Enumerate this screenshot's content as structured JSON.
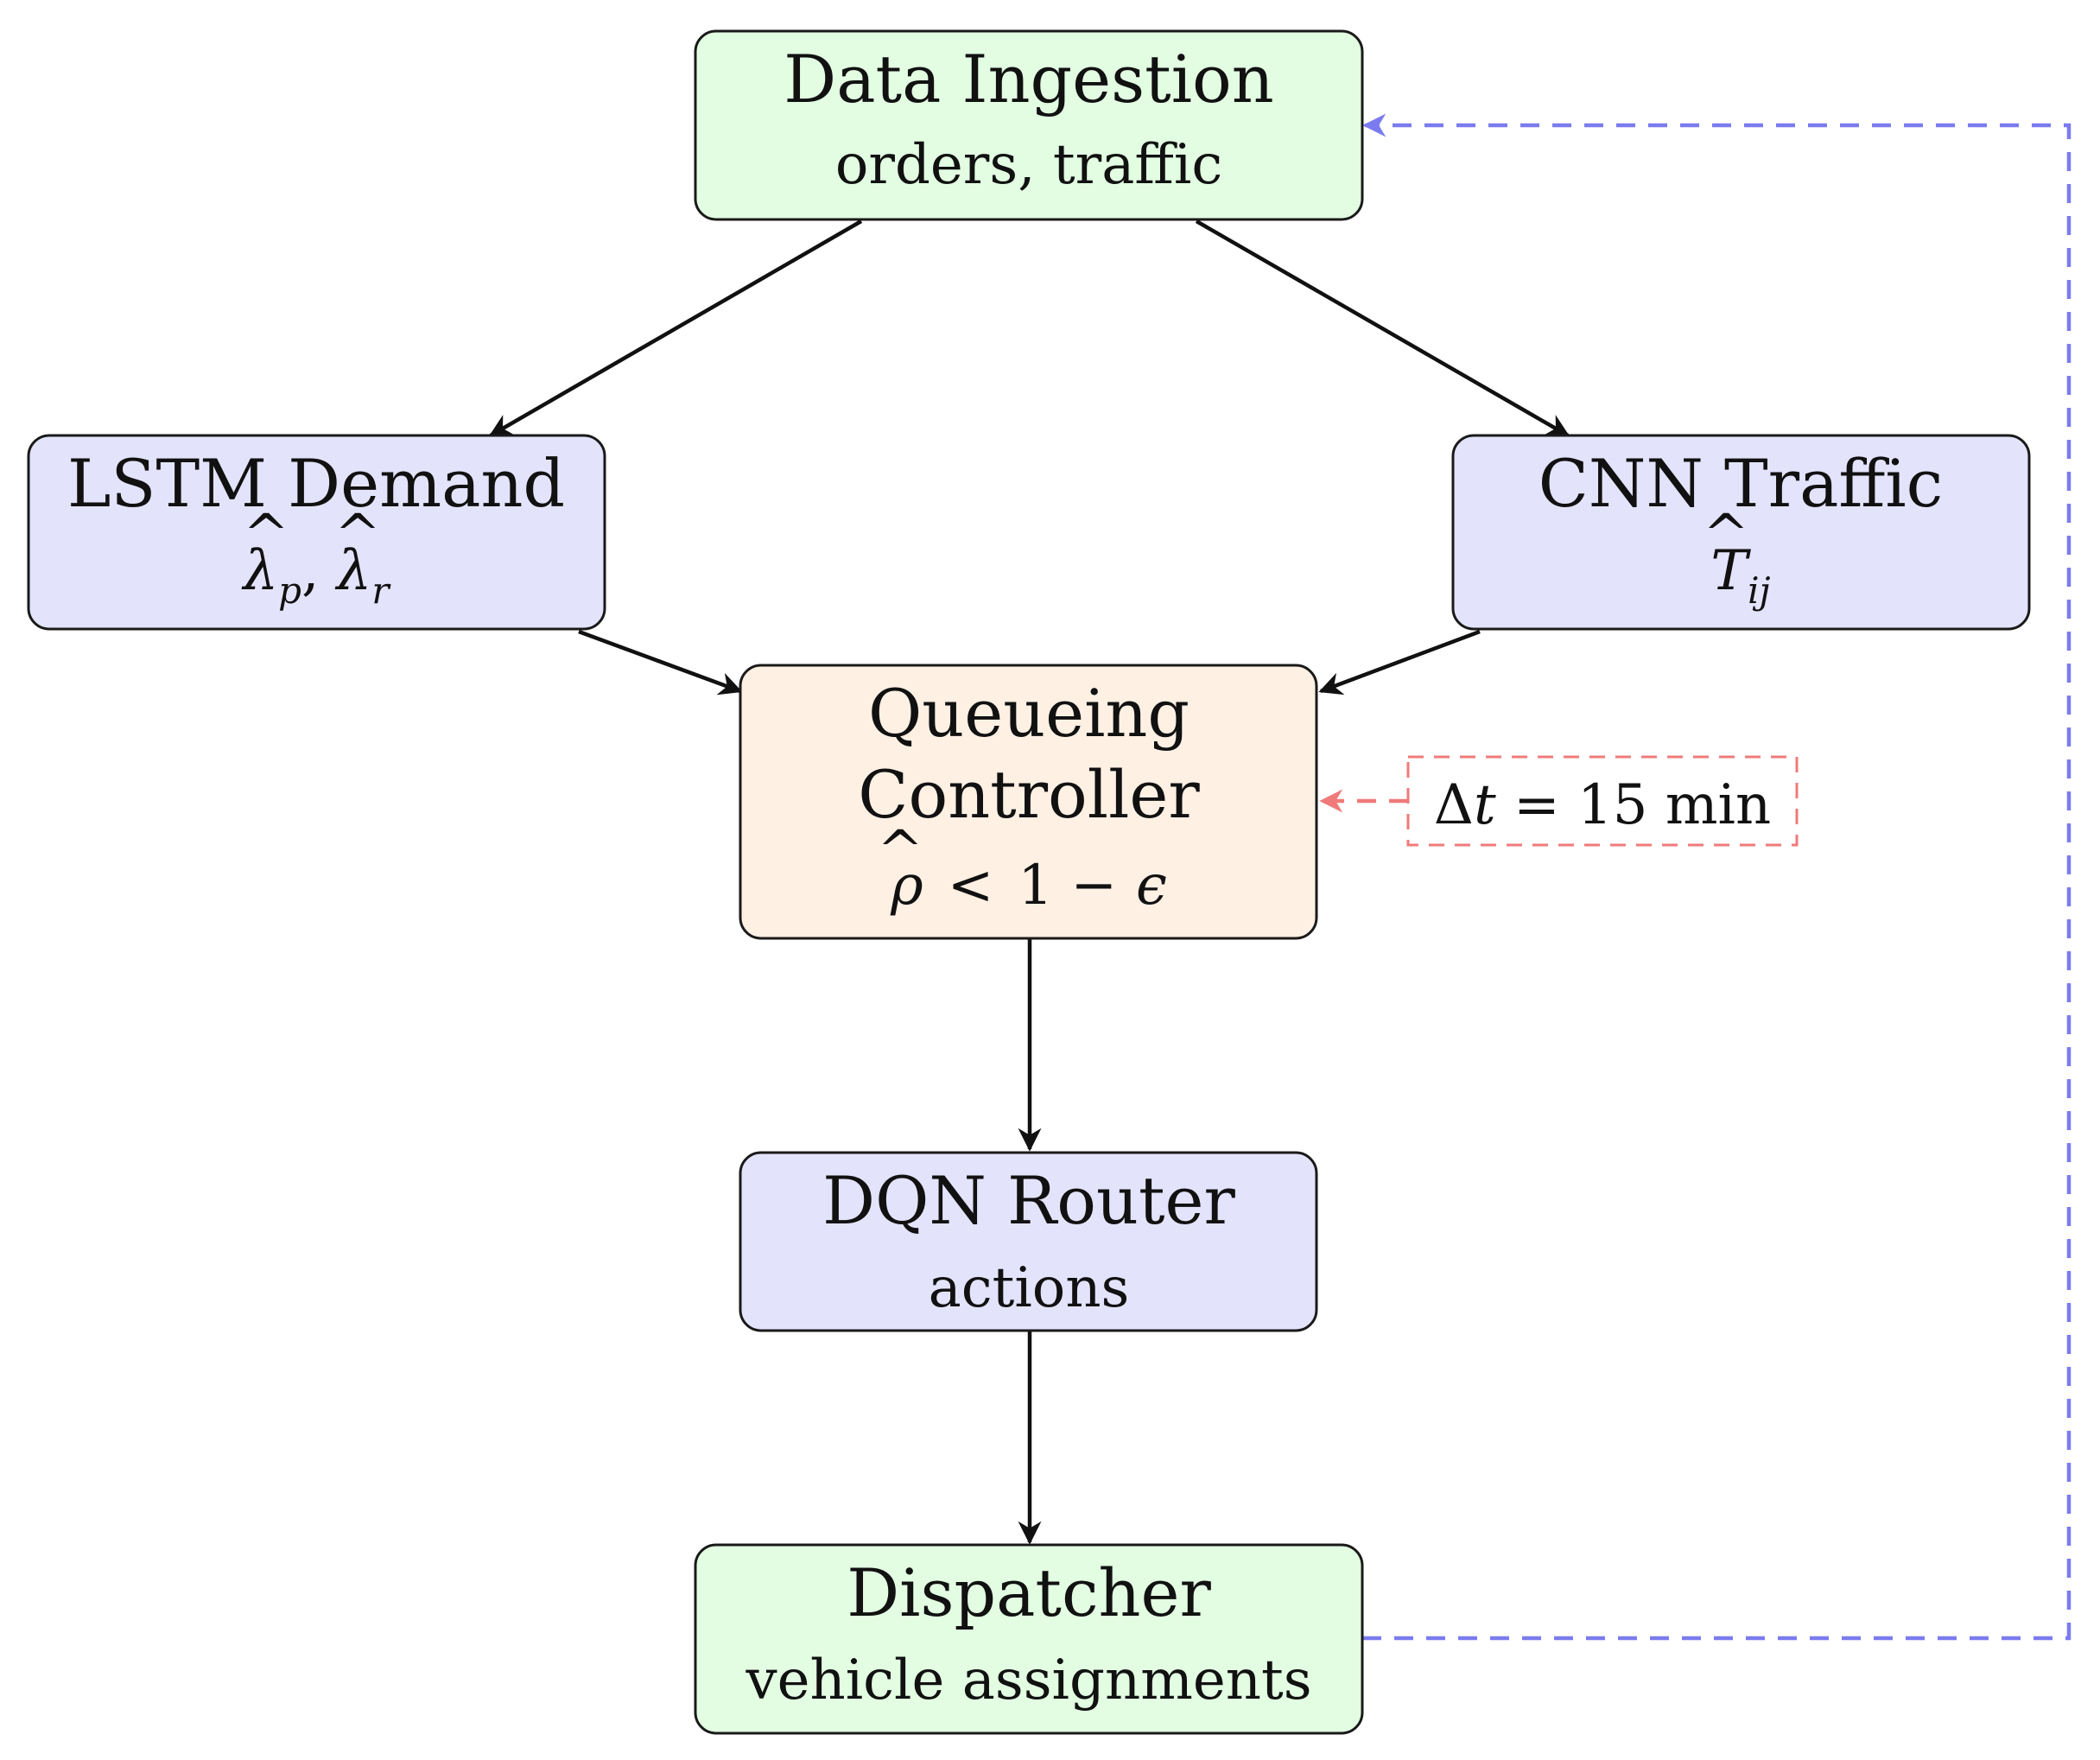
{
  "nodes": {
    "ingestion": {
      "title": "Data Ingestion",
      "subtitle": "orders, traffic"
    },
    "lstm": {
      "title": "LSTM Demand",
      "formula": {
        "base1": "λ",
        "sub1": "p",
        "sep": ", ",
        "base2": "λ",
        "sub2": "r"
      }
    },
    "cnn": {
      "title": "CNN Traffic",
      "formula": {
        "base": "T",
        "sub": "ij"
      }
    },
    "queueing": {
      "title_line1": "Queueing",
      "title_line2": "Controller",
      "formula": {
        "rho": "ρ",
        "lt": "<",
        "rhs_number": "1 −",
        "eps": "ϵ"
      }
    },
    "dqn": {
      "title": "DQN Router",
      "subtitle": "actions"
    },
    "dispatcher": {
      "title": "Dispatcher",
      "subtitle": "vehicle assignments"
    }
  },
  "note": {
    "delta": "Δ",
    "var": "t",
    "rest": " = 15 min"
  },
  "colors": {
    "green_fill": "#e2fde2",
    "blue_fill": "#e3e3fc",
    "orange_fill": "#fff0e4",
    "feedback_blue": "#7b7bf0",
    "note_red": "#f07a7a"
  }
}
